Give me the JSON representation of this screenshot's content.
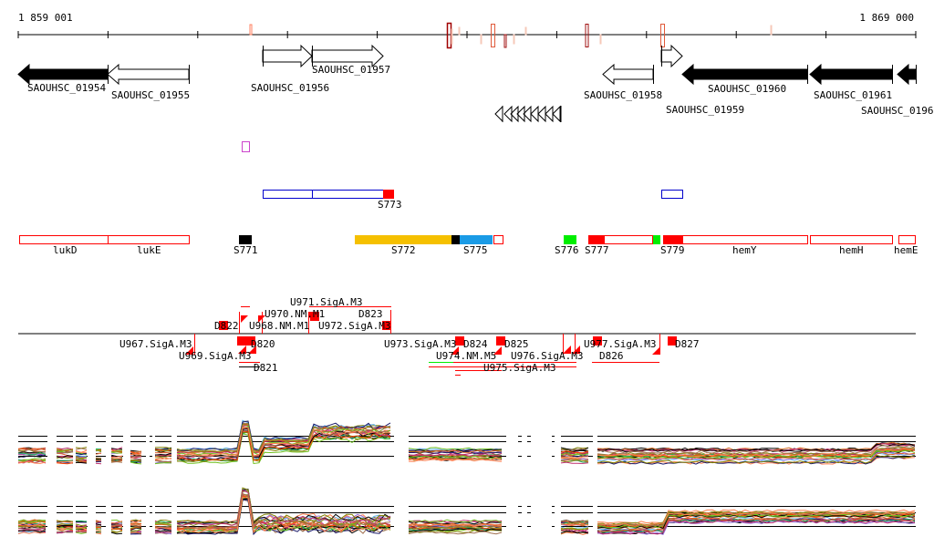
{
  "axis": {
    "start_label": "1 859 001",
    "end_label": "1 869 000"
  },
  "colors": {
    "gene_fill_strong": "#000000",
    "outline_red": "#ff0000",
    "outline_blue": "#0000cc",
    "yellow": "#f5c000",
    "sky": "#1a9be6",
    "green": "#00ee00",
    "magenta": "#cc44cc",
    "palette": [
      "#e05a2a",
      "#8b8b1a",
      "#c03070",
      "#60b0f0",
      "#70c020",
      "#a07050",
      "#ff7f50",
      "#b02060",
      "#9370db",
      "#cd853f",
      "#1a1a6a",
      "#20b060",
      "#d2691e",
      "#808000",
      "#ff4500"
    ]
  },
  "genes": [
    {
      "label": "SAOUHSC_01954",
      "filled": true,
      "dir": "left"
    },
    {
      "label": "SAOUHSC_01955",
      "filled": false,
      "dir": "left"
    },
    {
      "label": "SAOUHSC_01956",
      "filled": false,
      "dir": "right"
    },
    {
      "label": "SAOUHSC_01957",
      "filled": false,
      "dir": "right"
    },
    {
      "label": "SAOUHSC_01958",
      "filled": false,
      "dir": "left"
    },
    {
      "label": "SAOUHSC_01959",
      "filled": false,
      "dir": "right"
    },
    {
      "label": "SAOUHSC_01960",
      "filled": true,
      "dir": "left"
    },
    {
      "label": "SAOUHSC_01961",
      "filled": true,
      "dir": "left"
    },
    {
      "label": "SAOUHSC_0196",
      "filled": true,
      "dir": "left"
    }
  ],
  "blue_track": {
    "label": "S773"
  },
  "features": [
    {
      "label": "lukD"
    },
    {
      "label": "lukE"
    },
    {
      "label": "S771"
    },
    {
      "label": "S772"
    },
    {
      "label": "S775"
    },
    {
      "label": "S776"
    },
    {
      "label": "S777"
    },
    {
      "label": "S779"
    },
    {
      "label": "hemY"
    },
    {
      "label": "hemH"
    },
    {
      "label": "hemE"
    }
  ],
  "motifs_above": [
    "D822",
    "U968.NM.M1",
    "U970.NM.M1",
    "U971.SigA.M3",
    "U972.SigA.M3",
    "D823"
  ],
  "motifs_below": [
    "U967.SigA.M3",
    "U969.SigA.M3",
    "D820",
    "D821",
    "U973.SigA.M3",
    "U974.NM.M5",
    "D824",
    "D825",
    "U975.SigA.M3",
    "U976.SigA.M3",
    "D826",
    "U977.SigA.M3",
    "D827"
  ]
}
